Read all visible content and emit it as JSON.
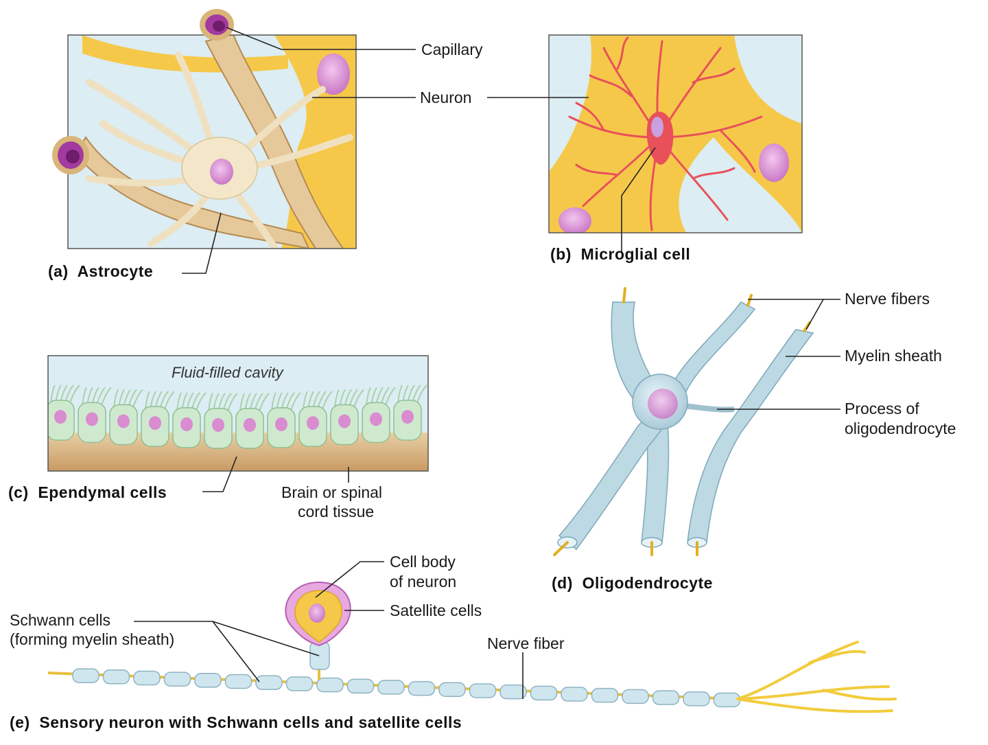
{
  "panels": {
    "a": {
      "letter": "(a)",
      "caption": "Astrocyte"
    },
    "b": {
      "letter": "(b)",
      "caption": "Microglial cell"
    },
    "c": {
      "letter": "(c)",
      "caption": "Ependymal cells",
      "cavity": "Fluid-filled cavity",
      "tissue_line1": "Brain or spinal",
      "tissue_line2": "cord tissue"
    },
    "d": {
      "letter": "(d)",
      "caption": "Oligodendrocyte",
      "nerve_fibers": "Nerve fibers",
      "myelin": "Myelin sheath",
      "process_line1": "Process of",
      "process_line2": "oligodendrocyte"
    },
    "e": {
      "letter": "(e)",
      "caption": "Sensory neuron with Schwann cells and satellite cells",
      "cellbody_line1": "Cell body",
      "cellbody_line2": "of neuron",
      "satellite": "Satellite cells",
      "schwann_line1": "Schwann cells",
      "schwann_line2": "(forming myelin sheath)",
      "nerve_fiber": "Nerve fiber"
    }
  },
  "shared_labels": {
    "capillary": "Capillary",
    "neuron": "Neuron"
  },
  "colors": {
    "neuron": "#f6c84a",
    "astrocyte": "#f0dfb8",
    "capillary_wall": "#d9b57a",
    "capillary_lumen": "#a23aa0",
    "microglia": "#e8505a",
    "myelin": "#bcd9e4",
    "ependymal": "#cfe9cf",
    "tissue": "#d9b27e",
    "fluid": "#dcedf3",
    "nucleus": "#d98cd0"
  }
}
